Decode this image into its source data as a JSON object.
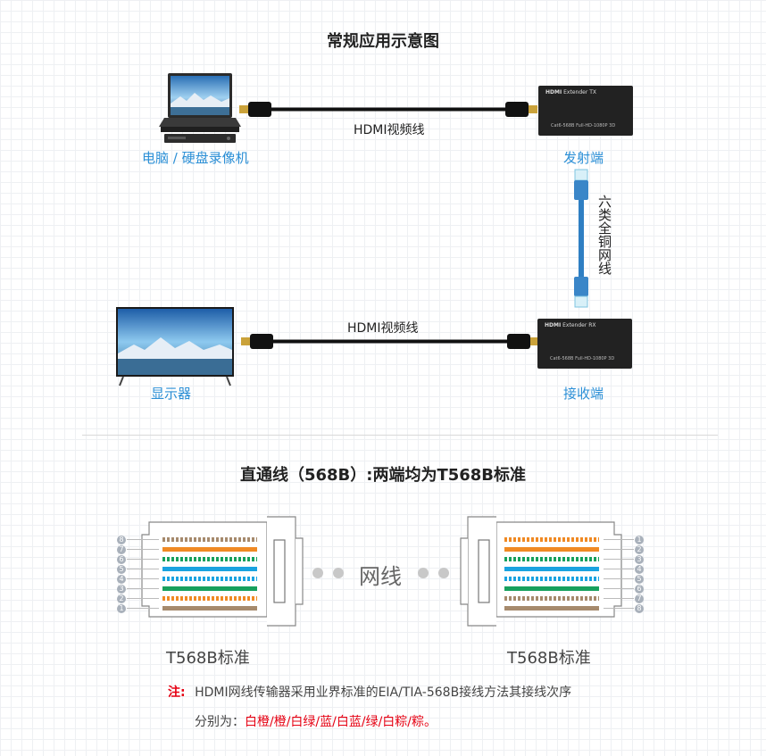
{
  "top": {
    "title": "常规应用示意图",
    "computer_label": "电脑 / 硬盘录像机",
    "tx_label": "发射端",
    "rx_label": "接收端",
    "display_label": "显示器",
    "hdmi_cable_top": "HDMI视频线",
    "hdmi_cable_bottom": "HDMI视频线",
    "network_cable": "六类全铜网线",
    "tx_device": {
      "brand": "HDMI",
      "text": "Extender",
      "mode": "TX",
      "spec": "Cat6-568B  Full-HD-1080P 3D"
    },
    "rx_device": {
      "brand": "HDMI",
      "text": "Extender",
      "mode": "RX",
      "spec": "Cat6-568B  Full-HD-1080P 3D"
    }
  },
  "wiring": {
    "title": "直通线（568B）:两端均为T568B标准",
    "left_std": "T568B标准",
    "right_std": "T568B标准",
    "center_label": "网线",
    "pins_left": [
      "8",
      "7",
      "6",
      "5",
      "4",
      "3",
      "2",
      "1"
    ],
    "pins_right": [
      "1",
      "2",
      "3",
      "4",
      "5",
      "6",
      "7",
      "8"
    ],
    "wire_colors": {
      "orange": "#f08a24",
      "blue": "#1aa3e0",
      "green": "#17a05d",
      "brown": "#a68a6d",
      "white_stripe": "#e8e8e8"
    }
  },
  "note": {
    "prefix": "注:",
    "line1": "HDMI网线传输器采用业界标准的EIA/TIA-568B接线方法其接线次序",
    "line2_prefix": "分别为：",
    "line2_colors": "白橙/橙/白绿/蓝/白蓝/绿/白粽/粽。"
  }
}
